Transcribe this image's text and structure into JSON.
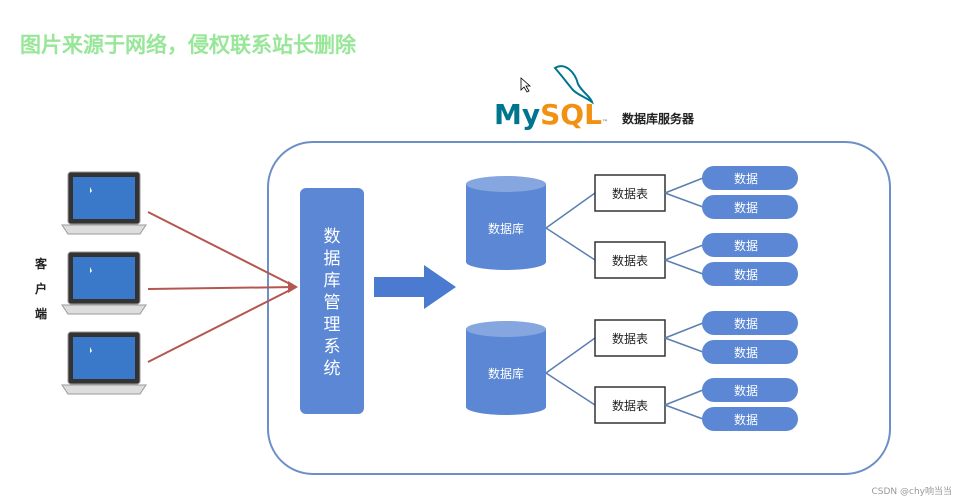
{
  "logo": {
    "text_my": "My",
    "text_sql": "SQL",
    "tm": "™"
  },
  "server_label": "数据库服务器",
  "client_label": [
    "客",
    "户",
    "端"
  ],
  "dbms_label": [
    "数",
    "据",
    "库",
    "管",
    "理",
    "系",
    "统"
  ],
  "databases": [
    {
      "label": "数据库",
      "tables": [
        {
          "label": "数据表",
          "data": [
            "数据",
            "数据"
          ]
        },
        {
          "label": "数据表",
          "data": [
            "数据",
            "数据"
          ]
        }
      ]
    },
    {
      "label": "数据库",
      "tables": [
        {
          "label": "数据表",
          "data": [
            "数据",
            "数据"
          ]
        },
        {
          "label": "数据表",
          "data": [
            "数据",
            "数据"
          ]
        }
      ]
    }
  ],
  "watermark": "图片来源于网络，侵权联系站长删除",
  "credit": "CSDN @chy响当当",
  "colors": {
    "blue": "#5b87d4",
    "border": "#6c8fc7",
    "arrow_red": "#b5564f",
    "watermark": "#7fe07f",
    "mysql_blue": "#00758f",
    "mysql_orange": "#f29111"
  }
}
